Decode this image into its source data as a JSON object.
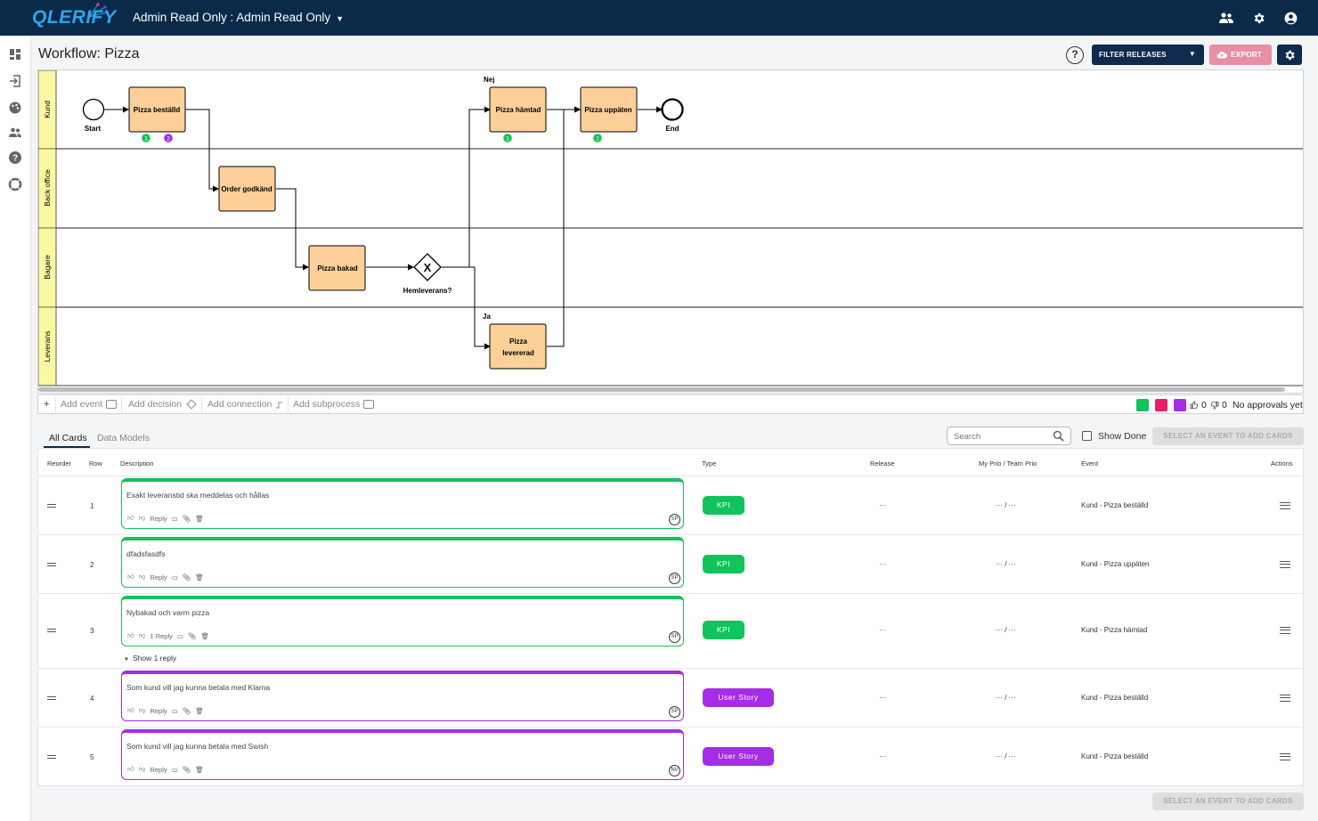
{
  "app": {
    "logo": "QLERIFY",
    "workspace": "Admin Read Only : Admin Read Only",
    "top_icons": [
      "team-icon",
      "gear-icon",
      "account-icon"
    ],
    "rail_icons": [
      "dashboard-icon",
      "login-icon",
      "palette-icon",
      "people-icon",
      "help-icon",
      "lifebuoy-icon"
    ]
  },
  "page": {
    "title": "Workflow: Pizza",
    "help": "?",
    "filter_releases": "FILTER RELEASES",
    "export": "EXPORT"
  },
  "diagram": {
    "lanes": [
      "Kund",
      "Back office",
      "Bagare",
      "Leverans"
    ],
    "start_label": "Start",
    "end_label": "End",
    "tasks": {
      "pizza_bestalld": "Pizza beställd",
      "order_godkand": "Order godkänd",
      "pizza_bakad": "Pizza bakad",
      "pizza_hamtad": "Pizza hämtad",
      "pizza_uppaten": "Pizza uppäten",
      "pizza_levererad_1": "Pizza",
      "pizza_levererad_2": "levererad"
    },
    "gateway_label": "Hemleverans?",
    "gateway_mark": "X",
    "branch_no": "Nej",
    "branch_yes": "Ja",
    "badges": {
      "bestalld_green": "1",
      "bestalld_purple": "2",
      "hamtad_green": "1",
      "uppaten_green": "1"
    },
    "colors": {
      "task_fill": "#fdd09a",
      "lane_header": "#fbf8a3",
      "green": "#18c15a",
      "purple": "#a52de6"
    }
  },
  "diagram_toolbar": {
    "plus": "+",
    "add_event": "Add event",
    "add_decision": "Add decision",
    "add_connection": "Add connection",
    "add_subprocess": "Add subprocess",
    "swatches": [
      "#12c35b",
      "#e91e63",
      "#a52de6"
    ],
    "likes": "0",
    "dislikes": "0",
    "approvals": "No approvals yet"
  },
  "cards_panel": {
    "tabs": [
      "All Cards",
      "Data Models"
    ],
    "search_placeholder": "Search",
    "show_done": "Show Done",
    "add_cards_label": "SELECT AN EVENT TO ADD CARDS",
    "headers": {
      "reorder": "Reorder",
      "row": "Row",
      "description": "Description",
      "type": "Type",
      "release": "Release",
      "prio": "My Prio / Team Prio",
      "event": "Event",
      "actions": "Actions"
    },
    "rows": [
      {
        "row": "1",
        "description": "Exakt leveranstid ska meddelas och hållas",
        "reply": "Reply",
        "avatar": "SP",
        "type": "KPI",
        "type_color": "#12c35b",
        "release": "···",
        "prio": "··· / ···",
        "event": "Kund - Pizza beställd"
      },
      {
        "row": "2",
        "description": "dfadsfasdfs",
        "reply": "Reply",
        "avatar": "SP",
        "type": "KPI",
        "type_color": "#12c35b",
        "release": "···",
        "prio": "··· / ···",
        "event": "Kund - Pizza uppäten"
      },
      {
        "row": "3",
        "description": "Nybakad och varm pizza",
        "reply": "1 Reply",
        "avatar": "SP",
        "type": "KPI",
        "type_color": "#12c35b",
        "release": "···",
        "prio": "··· / ···",
        "event": "Kund - Pizza hämtad",
        "show_reply": "Show 1 reply"
      },
      {
        "row": "4",
        "description": "Som kund vill jag kunna betala med Klarna",
        "reply": "Reply",
        "avatar": "SP",
        "type": "User Story",
        "type_color": "#a52de6",
        "release": "···",
        "prio": "··· / ···",
        "event": "Kund - Pizza beställd"
      },
      {
        "row": "5",
        "description": "Som kund vill jag kunna betala med Swish",
        "reply": "Reply",
        "avatar": "NV",
        "type": "User Story",
        "type_color": "#a52de6",
        "release": "···",
        "prio": "··· / ···",
        "event": "Kund - Pizza beställd"
      }
    ]
  }
}
